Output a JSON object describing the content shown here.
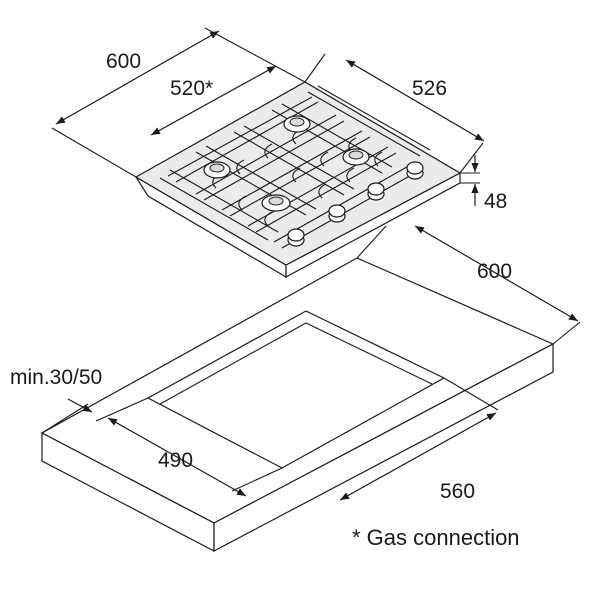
{
  "drawing": {
    "hob": {
      "width": "600",
      "gas_connection": "520*",
      "depth": "526",
      "height": "48"
    },
    "cutout": {
      "worktop_depth": "600",
      "min_edge": "min.30/50",
      "cut_depth": "490",
      "cut_width": "560"
    },
    "footnote": "* Gas connection"
  }
}
